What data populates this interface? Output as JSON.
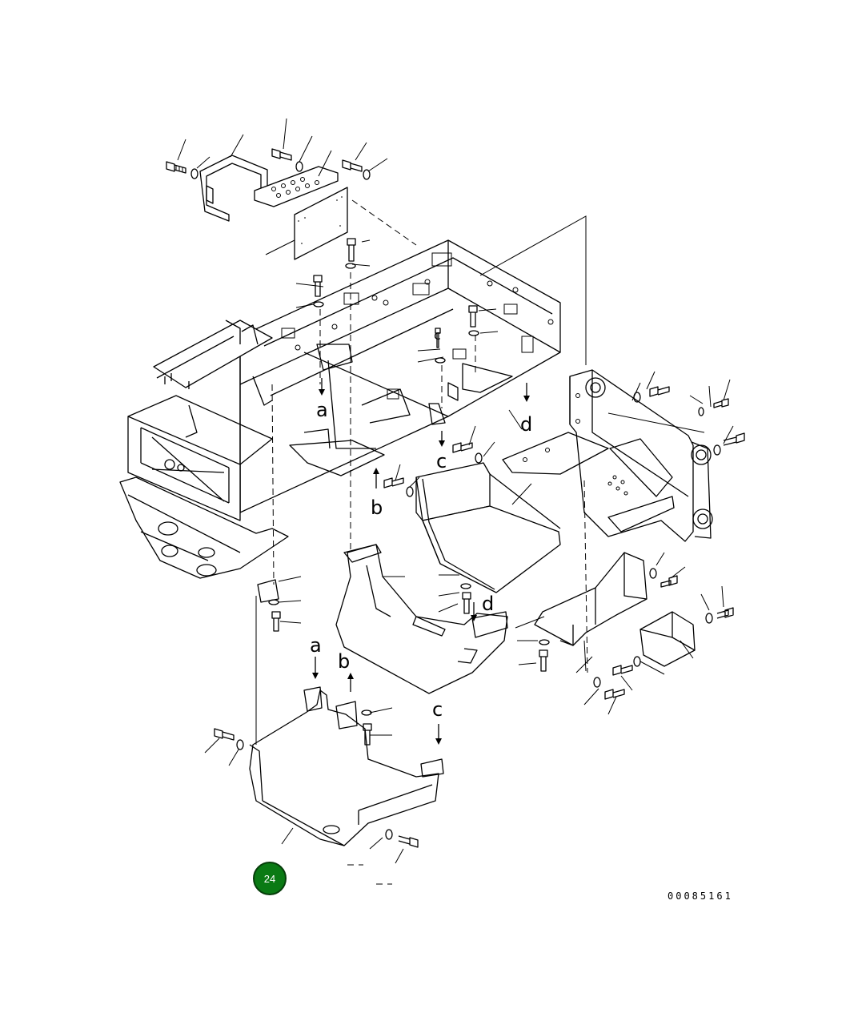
{
  "diagram": {
    "callouts": [
      "a",
      "b",
      "c",
      "d"
    ],
    "page_badge": "24",
    "drawing_number": "00085161"
  }
}
